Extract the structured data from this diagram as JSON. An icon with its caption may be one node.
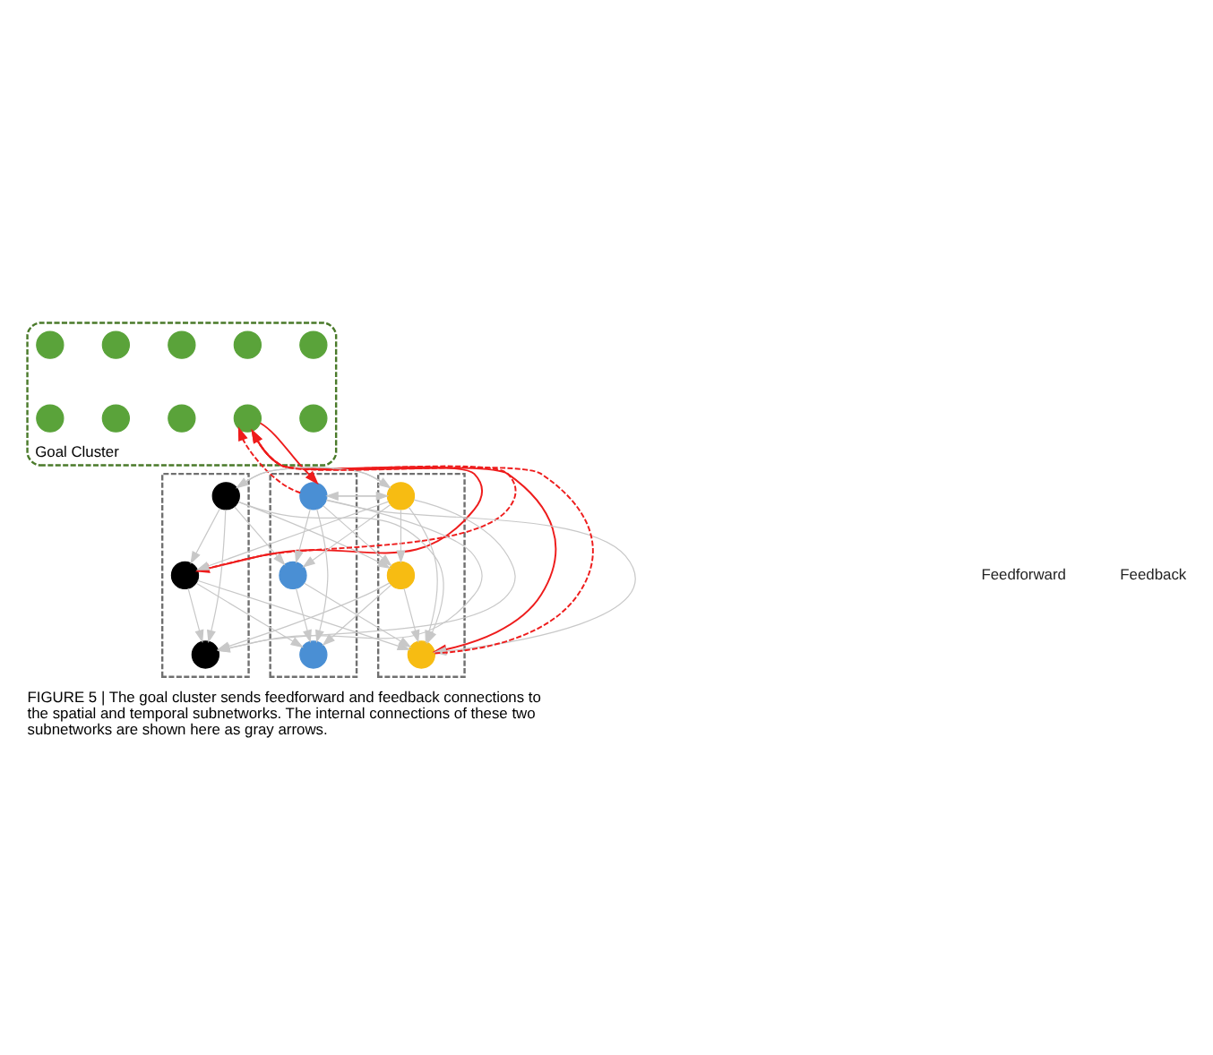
{
  "diagram": {
    "caption": "FIGURE 5 | The goal cluster sends feedforward and feedback connections to the spatial and temporal subnetworks. The internal connections of these two subnetworks are shown here as gray arrows.",
    "nodes": [
      {
        "text": [
          "Goal Cluster"
        ]
      },
      {
        "text": [],
        "shape": "circle",
        "in": 0
      },
      {
        "text": [],
        "shape": "circle",
        "in": 0
      },
      {
        "text": [],
        "shape": "circle",
        "in": 0
      },
      {
        "text": [],
        "shape": "circle",
        "in": 0
      },
      {
        "text": [],
        "shape": "circle",
        "in": 0
      },
      {
        "text": [],
        "shape": "circle",
        "in": 0
      },
      {
        "text": [],
        "shape": "circle",
        "in": 0
      },
      {
        "text": [],
        "shape": "circle",
        "in": 0
      },
      {
        "text": [],
        "shape": "circle",
        "in": 0
      },
      {
        "text": [],
        "shape": "circle",
        "in": 0
      },
      {
        "text": [],
        "shape": "box"
      },
      {
        "text": [],
        "shape": "circle",
        "in": 11
      },
      {
        "text": [],
        "shape": "circle",
        "in": 11
      },
      {
        "text": [],
        "shape": "circle",
        "in": 11
      },
      {
        "text": [],
        "shape": "box"
      },
      {
        "text": [],
        "shape": "circle",
        "in": 15
      },
      {
        "text": [],
        "shape": "circle",
        "in": 15
      },
      {
        "text": [],
        "shape": "circle",
        "in": 15
      },
      {
        "text": [],
        "shape": "box"
      },
      {
        "text": [],
        "shape": "circle",
        "in": 19
      },
      {
        "text": [],
        "shape": "circle",
        "in": 19
      },
      {
        "text": [],
        "shape": "circle",
        "in": 19
      }
    ],
    "edges": [
      {
        "from": 12,
        "to": 13,
        "arrow": "to"
      },
      {
        "from": 12,
        "to": 14,
        "arrow": "to"
      },
      {
        "from": 13,
        "to": 14,
        "arrow": "to"
      },
      {
        "from": 16,
        "to": 17,
        "arrow": "to"
      },
      {
        "from": 16,
        "to": 18,
        "arrow": "to"
      },
      {
        "from": 17,
        "to": 18,
        "arrow": "to"
      },
      {
        "from": 20,
        "to": 21,
        "arrow": "to"
      },
      {
        "from": 20,
        "to": 22,
        "arrow": "to"
      },
      {
        "from": 21,
        "to": 22,
        "arrow": "to"
      },
      {
        "from": 12,
        "to": 20,
        "arrow": "to"
      },
      {
        "from": 16,
        "to": 20,
        "arrow": "to"
      },
      {
        "from": 20,
        "to": 12,
        "arrow": "to"
      },
      {
        "from": 20,
        "to": 16,
        "arrow": "to"
      },
      {
        "from": 12,
        "to": 21,
        "arrow": "to"
      },
      {
        "from": 16,
        "to": 21,
        "arrow": "to"
      },
      {
        "from": 20,
        "to": 13,
        "arrow": "to"
      },
      {
        "from": 20,
        "to": 17,
        "arrow": "to"
      },
      {
        "from": 12,
        "to": 22,
        "arrow": "to"
      },
      {
        "from": 16,
        "to": 22,
        "arrow": "to"
      },
      {
        "from": 13,
        "to": 22,
        "arrow": "to"
      },
      {
        "from": 17,
        "to": 22,
        "arrow": "to"
      },
      {
        "from": 20,
        "to": 14,
        "arrow": "to"
      },
      {
        "from": 21,
        "to": 14,
        "arrow": "to"
      },
      {
        "from": 21,
        "to": 18,
        "arrow": "to"
      },
      {
        "from": 16,
        "to": 14,
        "arrow": "to"
      },
      {
        "from": 12,
        "to": 17,
        "arrow": "to"
      },
      {
        "from": 13,
        "to": 18,
        "arrow": "to"
      },
      {
        "from": 7,
        "to": 13,
        "arrow": "to",
        "color": "#ee1c1c"
      },
      {
        "from": 13,
        "to": 7,
        "arrow": "to",
        "style": "dashed",
        "color": "#ee1c1c"
      },
      {
        "from": 7,
        "to": 16,
        "arrow": "to",
        "color": "#ee1c1c"
      },
      {
        "from": 16,
        "to": 7,
        "arrow": "to",
        "style": "dashed",
        "color": "#ee1c1c"
      },
      {
        "from": 7,
        "to": 22,
        "arrow": "to",
        "color": "#ee1c1c"
      },
      {
        "from": 22,
        "to": 7,
        "arrow": "to",
        "style": "dashed",
        "color": "#ee1c1c"
      }
    ],
    "legend": [
      {
        "text": "Feedforward"
      },
      {
        "text": "Feedback"
      }
    ]
  }
}
